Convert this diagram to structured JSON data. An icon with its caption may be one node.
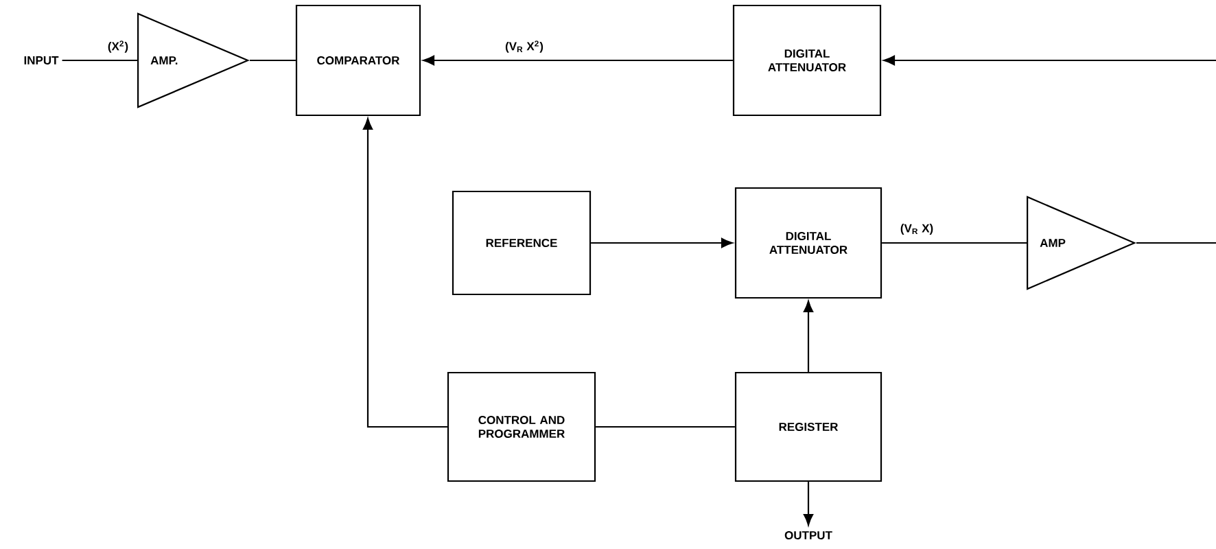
{
  "diagram": {
    "nodes": [
      {
        "text": [
          "INPUT"
        ]
      },
      {
        "text": [
          "AMP."
        ]
      },
      {
        "text": [
          "COMPARATOR"
        ]
      },
      {
        "text": [
          "DIGITAL ATTENUATOR"
        ]
      },
      {
        "text": [
          "REFERENCE"
        ]
      },
      {
        "text": [
          "DIGITAL ATTENUATOR"
        ]
      },
      {
        "text": [
          "AMP"
        ]
      },
      {
        "text": [
          "CONTROL AND PROGRAMMER"
        ]
      },
      {
        "text": [
          "REGISTER"
        ]
      },
      {
        "text": [
          "OUTPUT"
        ]
      }
    ],
    "edges": [
      {
        "from": 0,
        "to": 1,
        "arrow": "none",
        "label": "(X$^{2}$)"
      },
      {
        "from": 1,
        "to": 2,
        "arrow": "none"
      },
      {
        "from": 3,
        "to": 2,
        "arrow": "to",
        "label": "(V$_{R}$ X$^{2}$)"
      },
      {
        "from": null,
        "to": 3,
        "arrow": "to"
      },
      {
        "from": 4,
        "to": 5,
        "arrow": "to"
      },
      {
        "from": 5,
        "to": 6,
        "arrow": "none",
        "label": "(V$_{R}$ X)"
      },
      {
        "from": 6,
        "to": null,
        "arrow": "none"
      },
      {
        "from": 7,
        "to": 2,
        "arrow": "to"
      },
      {
        "from": 7,
        "to": 8,
        "arrow": "none"
      },
      {
        "from": 8,
        "to": 5,
        "arrow": "to"
      },
      {
        "from": 8,
        "to": 9,
        "arrow": "to"
      }
    ]
  }
}
